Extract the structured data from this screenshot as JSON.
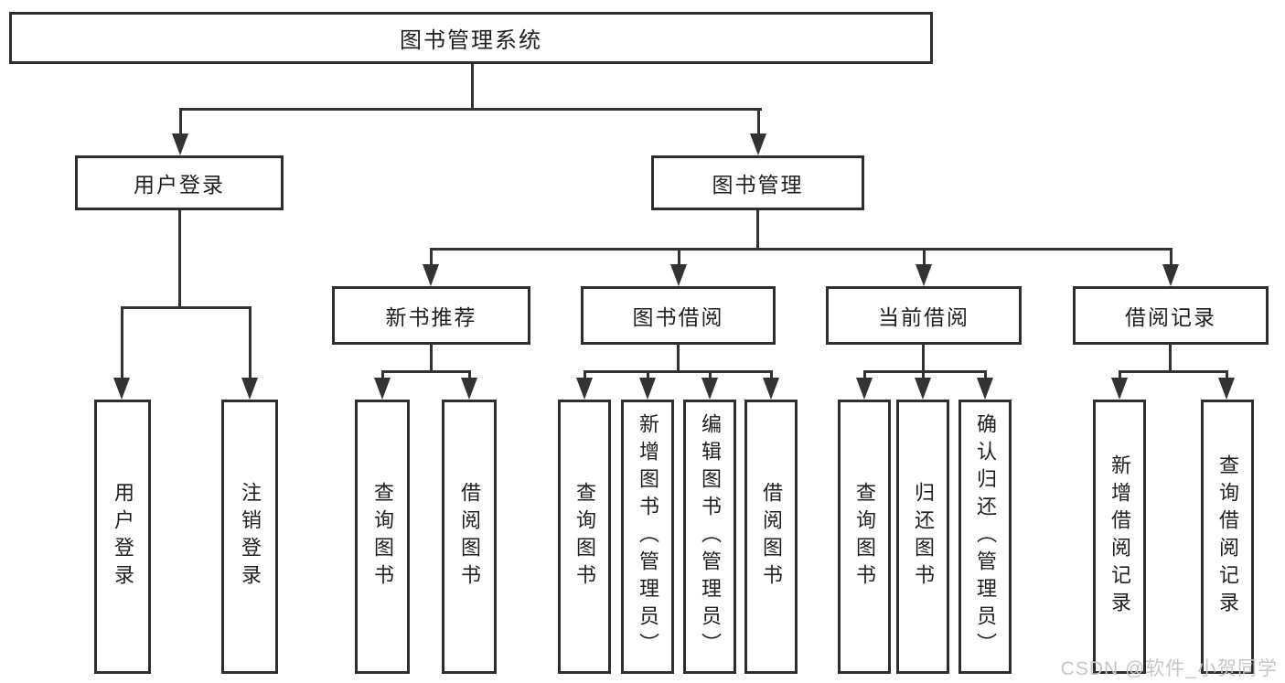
{
  "style": {
    "background": "#ffffff",
    "line_color": "#333333",
    "box_border_color": "#2e2e2e",
    "text_color": "#1f1f1f",
    "watermark_color": "#c6c6c6"
  },
  "tree": {
    "root": {
      "label": "图书管理系统"
    },
    "login": {
      "label": "用户登录",
      "children": [
        {
          "label": "用户登录"
        },
        {
          "label": "注销登录"
        }
      ]
    },
    "management": {
      "label": "图书管理",
      "modules": [
        {
          "label": "新书推荐",
          "children": [
            {
              "label": "查询图书"
            },
            {
              "label": "借阅图书"
            }
          ]
        },
        {
          "label": "图书借阅",
          "children": [
            {
              "label": "查询图书"
            },
            {
              "label": "新增图书（管理员）"
            },
            {
              "label": "编辑图书（管理员）"
            },
            {
              "label": "借阅图书"
            }
          ]
        },
        {
          "label": "当前借阅",
          "children": [
            {
              "label": "查询图书"
            },
            {
              "label": "归还图书"
            },
            {
              "label": "确认归还（管理员）"
            }
          ]
        },
        {
          "label": "借阅记录",
          "children": [
            {
              "label": "新增借阅记录"
            },
            {
              "label": "查询借阅记录"
            }
          ]
        }
      ]
    }
  },
  "watermark": {
    "text": "CSDN @软件_小贺同学"
  }
}
